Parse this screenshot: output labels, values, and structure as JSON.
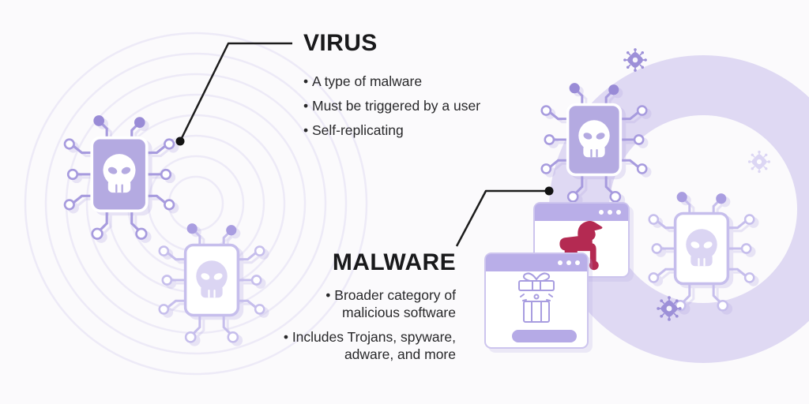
{
  "virus_section": {
    "title": "VIRUS",
    "bullets": [
      "A type of malware",
      "Must be triggered by a user",
      "Self-replicating"
    ]
  },
  "malware_section": {
    "title": "MALWARE",
    "bullets": [
      "Broader category of malicious software",
      "Includes Trojans, spyware, adware, and more"
    ]
  },
  "icons": {
    "chip_skull": "microchip-with-skull-icon",
    "germ": "virus-germ-icon",
    "trojan": "trojan-horse-icon",
    "gift": "gift-box-icon",
    "window_dots": "window-control-dots",
    "callout_dot": "callout-point-dot"
  },
  "colors": {
    "background": "#fbfafc",
    "chip_purple": "#b4aae1",
    "chip_outline": "#c6beec",
    "titlebar_lavender": "#b9aee8",
    "ring_lavender": "#dfd9f3",
    "ripple": "#edeaf7",
    "trojan_red": "#b42a52",
    "text_dark": "#19191b",
    "callout_black": "#1c1c1c"
  }
}
